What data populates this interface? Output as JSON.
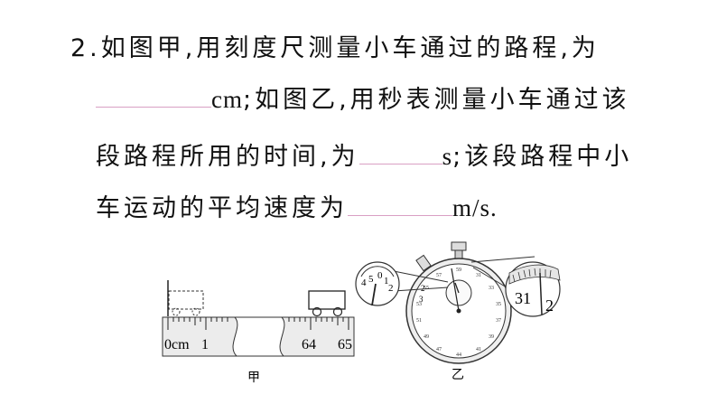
{
  "question": {
    "number": "2.",
    "line1": "如图甲,用刻度尺测量小车通过的路程,为",
    "unit_cm": "cm",
    "line2_text": ";如图乙,用秒表测量小车通过该",
    "line3_text": "段路程所用的时间,为",
    "unit_s": "s",
    "line3_rest": ";该段路程中小",
    "line4_text": "车运动的平均速度为",
    "unit_ms": "m/s."
  },
  "figure_left": {
    "scale_labels": [
      "0cm",
      "1",
      "64",
      "65"
    ],
    "caption": "甲"
  },
  "figure_right": {
    "min_zoom_labels": [
      "4",
      "5",
      "0",
      "1",
      "2"
    ],
    "sec_zoom_labels": [
      "31",
      "2"
    ],
    "dial_left_labels": [
      "2",
      "3"
    ],
    "caption": "乙"
  }
}
